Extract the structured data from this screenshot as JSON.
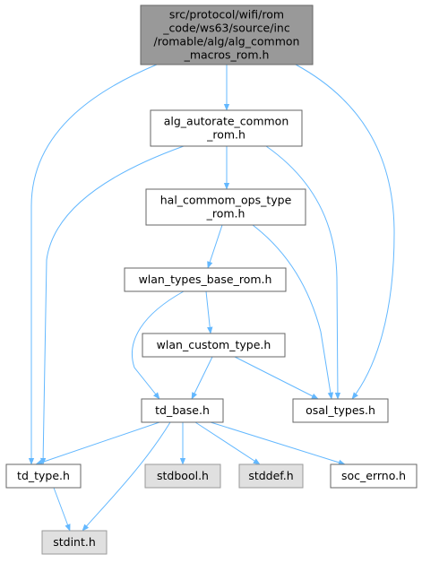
{
  "colors": {
    "edge": "#63b8ff",
    "node_fill": "#ffffff",
    "node_stroke": "#666666",
    "root_fill": "#999999",
    "system_fill": "#e0e0e0",
    "system_stroke": "#999999"
  },
  "nodes": [
    {
      "id": "root",
      "lines": [
        "src/protocol/wifi/rom",
        "_code/ws63/source/inc",
        "/romable/alg/alg_common",
        "_macros_rom.h"
      ],
      "kind": "root"
    },
    {
      "id": "alg_autorate",
      "lines": [
        "alg_autorate_common",
        "_rom.h"
      ],
      "kind": "normal"
    },
    {
      "id": "hal_commom",
      "lines": [
        "hal_commom_ops_type",
        "_rom.h"
      ],
      "kind": "normal"
    },
    {
      "id": "wlan_types_base",
      "lines": [
        "wlan_types_base_rom.h"
      ],
      "kind": "normal"
    },
    {
      "id": "wlan_custom",
      "lines": [
        "wlan_custom_type.h"
      ],
      "kind": "normal"
    },
    {
      "id": "td_base",
      "lines": [
        "td_base.h"
      ],
      "kind": "normal"
    },
    {
      "id": "osal_types",
      "lines": [
        "osal_types.h"
      ],
      "kind": "normal"
    },
    {
      "id": "td_type",
      "lines": [
        "td_type.h"
      ],
      "kind": "normal"
    },
    {
      "id": "stdbool",
      "lines": [
        "stdbool.h"
      ],
      "kind": "system"
    },
    {
      "id": "stddef",
      "lines": [
        "stddef.h"
      ],
      "kind": "system"
    },
    {
      "id": "soc_errno",
      "lines": [
        "soc_errno.h"
      ],
      "kind": "normal"
    },
    {
      "id": "stdint",
      "lines": [
        "stdint.h"
      ],
      "kind": "system"
    }
  ],
  "edges": [
    [
      "root",
      "alg_autorate"
    ],
    [
      "root",
      "td_type"
    ],
    [
      "root",
      "osal_types"
    ],
    [
      "alg_autorate",
      "hal_commom"
    ],
    [
      "alg_autorate",
      "td_type"
    ],
    [
      "alg_autorate",
      "osal_types"
    ],
    [
      "hal_commom",
      "wlan_types_base"
    ],
    [
      "hal_commom",
      "osal_types"
    ],
    [
      "wlan_types_base",
      "wlan_custom"
    ],
    [
      "wlan_types_base",
      "td_base"
    ],
    [
      "wlan_custom",
      "td_base"
    ],
    [
      "wlan_custom",
      "osal_types"
    ],
    [
      "td_base",
      "td_type"
    ],
    [
      "td_base",
      "stdbool"
    ],
    [
      "td_base",
      "stddef"
    ],
    [
      "td_base",
      "soc_errno"
    ],
    [
      "td_base",
      "stdint"
    ],
    [
      "td_type",
      "stdint"
    ]
  ]
}
